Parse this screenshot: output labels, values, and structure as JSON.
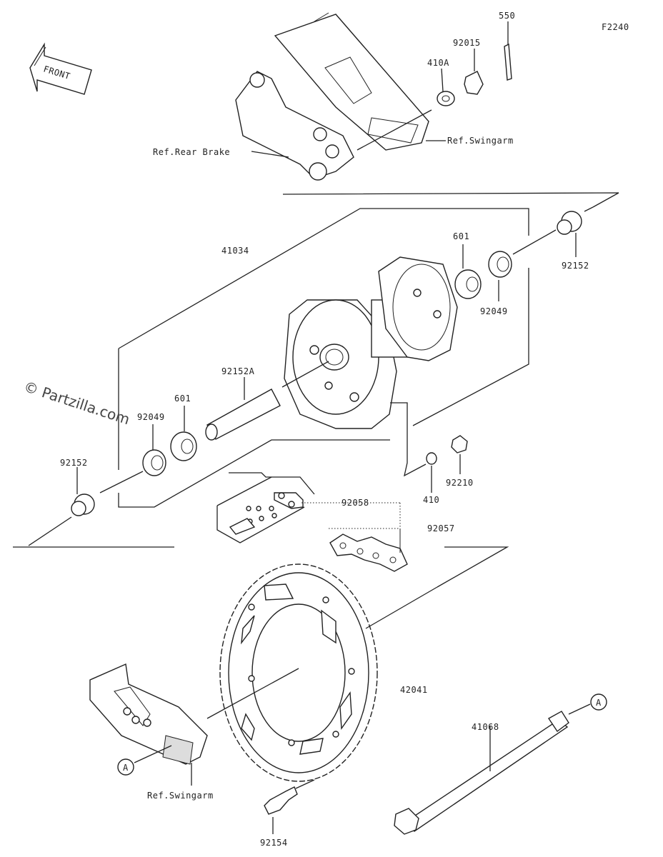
{
  "figure_code": "F2240",
  "front_arrow_label": "FRONT",
  "watermark": "© Partzilla.com",
  "ref_labels": {
    "rear_brake": "Ref.Rear Brake",
    "swingarm_top": "Ref.Swingarm",
    "swingarm_bottom": "Ref.Swingarm"
  },
  "callout_marker": "A",
  "parts": {
    "p550": "550",
    "p92015": "92015",
    "p410A": "410A",
    "p41034": "41034",
    "p601_right": "601",
    "p92152_right": "92152",
    "p92049_right": "92049",
    "p92152A": "92152A",
    "p601_left": "601",
    "p92049_left": "92049",
    "p92152_left": "92152",
    "p410": "410",
    "p92210": "92210",
    "p92058": "92058",
    "p92057": "92057",
    "p42041": "42041",
    "p41068": "41068",
    "p92154": "92154"
  },
  "colors": {
    "line": "#222222",
    "background": "#ffffff"
  }
}
